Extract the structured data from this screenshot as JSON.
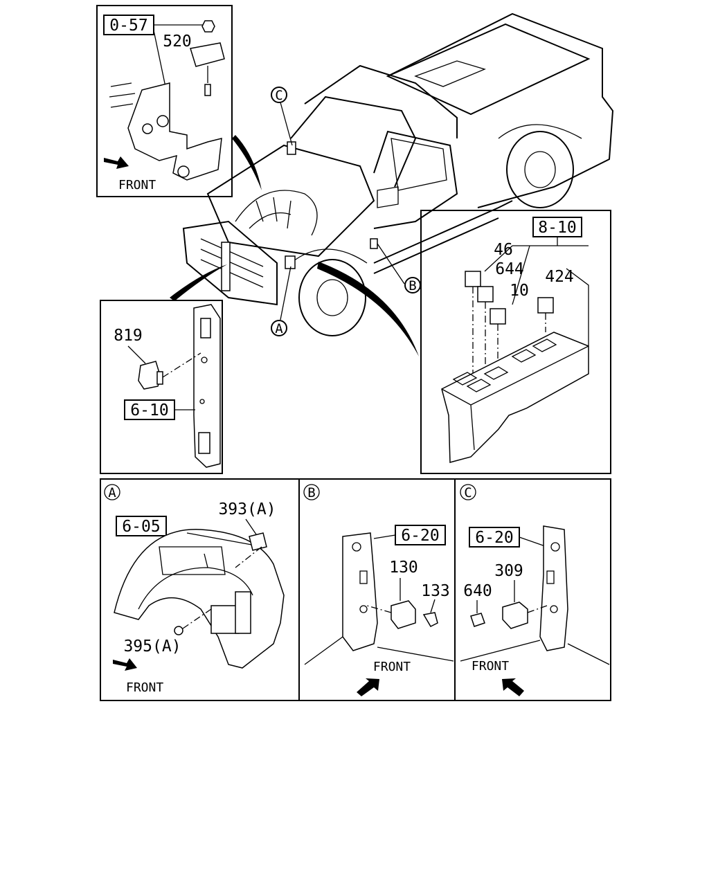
{
  "inset_top_left": {
    "ref_box": "0-57",
    "callouts": [
      "520"
    ],
    "direction_label": "FRONT"
  },
  "inset_left": {
    "ref_box": "6-10",
    "callouts": [
      "819"
    ]
  },
  "inset_right": {
    "ref_box": "8-10",
    "callouts": [
      "46",
      "644",
      "10",
      "424"
    ]
  },
  "main_markers": [
    "C",
    "B",
    "A"
  ],
  "detail_a": {
    "marker": "A",
    "ref_box": "6-05",
    "callouts": [
      "393(A)",
      "395(A)"
    ],
    "direction_label": "FRONT"
  },
  "detail_b": {
    "marker": "B",
    "ref_box": "6-20",
    "callouts": [
      "130",
      "133"
    ],
    "direction_label": "FRONT"
  },
  "detail_c": {
    "marker": "C",
    "ref_box": "6-20",
    "callouts": [
      "309",
      "640"
    ],
    "direction_label": "FRONT"
  }
}
